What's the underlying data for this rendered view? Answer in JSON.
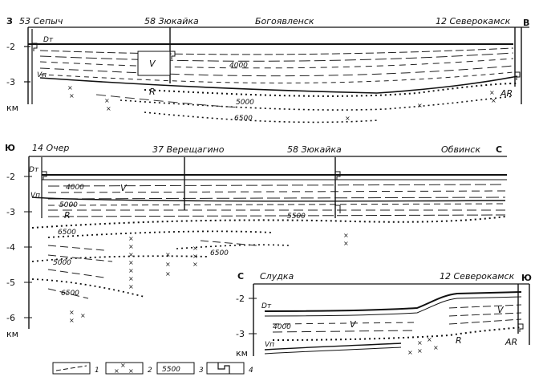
{
  "profile_a": {
    "dir_left": "З",
    "dir_right": "В",
    "wells": [
      "53 Сепыч",
      "58 Зюкайка",
      "Богоявленск",
      "12 Северокамск"
    ],
    "ticks": [
      "-2",
      "-3"
    ],
    "unit": "км",
    "horizons": [
      "Dт",
      "Vп",
      "V",
      "R",
      "AR"
    ],
    "velocities": [
      "4000",
      "5000",
      "6500"
    ]
  },
  "profile_b": {
    "dir_left": "Ю",
    "dir_right": "С",
    "wells": [
      "14 Очер",
      "37 Верещагино",
      "58 Зюкайка",
      "Обвинск"
    ],
    "ticks": [
      "-2",
      "-3",
      "-4",
      "-5",
      "-6"
    ],
    "unit": "км",
    "horizons": [
      "Dт",
      "Vп",
      "V",
      "R"
    ],
    "velocities": [
      "4000",
      "5000",
      "5500",
      "6500",
      "6500",
      "5000",
      "6500"
    ]
  },
  "profile_c": {
    "dir_left": "С",
    "dir_right": "Ю",
    "wells": [
      "Слудка",
      "12 Северокамск"
    ],
    "ticks": [
      "-2",
      "-3"
    ],
    "unit": "км",
    "horizons": [
      "Dт",
      "V",
      "V",
      "Vп",
      "R",
      "AR"
    ],
    "velocities": [
      "4000"
    ]
  },
  "legend": [
    {
      "num": "1"
    },
    {
      "num": "2"
    },
    {
      "num": "3",
      "sample": "5500"
    },
    {
      "num": "4"
    }
  ]
}
